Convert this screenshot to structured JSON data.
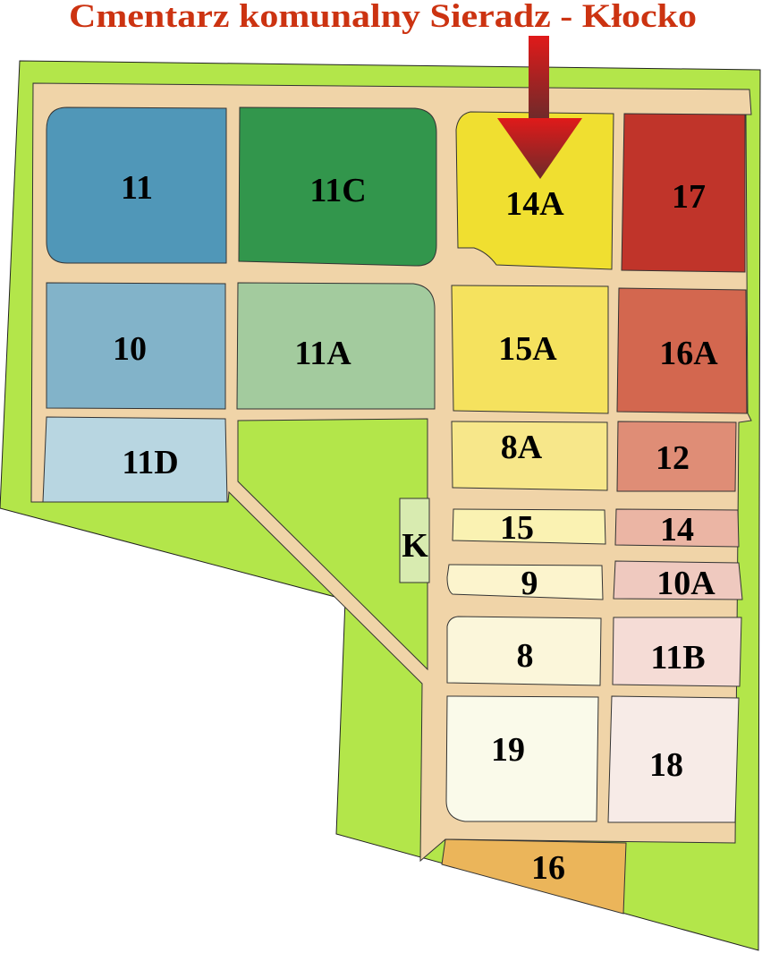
{
  "title": "Cmentarz komunalny Sieradz - Kłocko",
  "colors": {
    "title": "#cc3311",
    "grass": "#b3e64a",
    "path": "#f0d4a8",
    "arrow_top": "#e01a1a",
    "arrow_bottom": "#6e2a2a"
  },
  "marker": {
    "icon": "arrow-down-icon",
    "target_plot": "14A"
  },
  "plots": [
    {
      "label": "11",
      "color": "#5097b8"
    },
    {
      "label": "11C",
      "color": "#32964c"
    },
    {
      "label": "14A",
      "color": "#f0df30"
    },
    {
      "label": "17",
      "color": "#c0342a"
    },
    {
      "label": "10",
      "color": "#82b3c9"
    },
    {
      "label": "11A",
      "color": "#a3cb9e"
    },
    {
      "label": "15A",
      "color": "#f5e25e"
    },
    {
      "label": "16A",
      "color": "#d3674f"
    },
    {
      "label": "11D",
      "color": "#b8d6e1"
    },
    {
      "label": "8A",
      "color": "#f7e78a"
    },
    {
      "label": "12",
      "color": "#df8d76"
    },
    {
      "label": "K",
      "color": "#d8ebb0"
    },
    {
      "label": "15",
      "color": "#faf2b2"
    },
    {
      "label": "14",
      "color": "#ebb5a4"
    },
    {
      "label": "9",
      "color": "#fcf4cd"
    },
    {
      "label": "10A",
      "color": "#efc9bf"
    },
    {
      "label": "8",
      "color": "#fbf6da"
    },
    {
      "label": "11B",
      "color": "#f5dcd6"
    },
    {
      "label": "19",
      "color": "#fafaea"
    },
    {
      "label": "18",
      "color": "#f7ebe7"
    },
    {
      "label": "16",
      "color": "#ebb55a"
    }
  ]
}
